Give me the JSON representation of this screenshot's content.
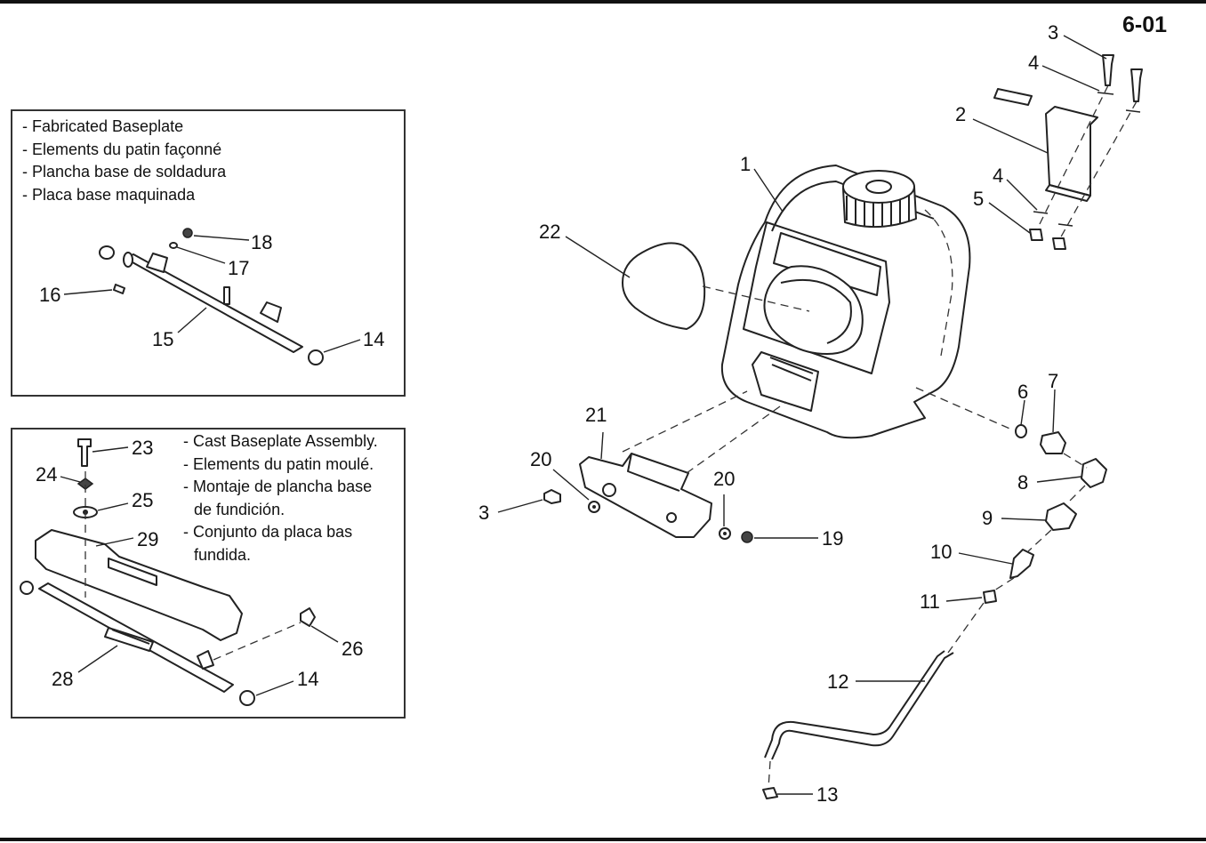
{
  "page_number": "6-01",
  "inset_fabricated": {
    "captions": [
      "- Fabricated Baseplate",
      "- Elements du patin façonné",
      "- Plancha  base de soldadura",
      "- Placa base maquinada"
    ],
    "callouts": [
      "18",
      "17",
      "16",
      "15",
      "14"
    ]
  },
  "inset_cast": {
    "captions": [
      "- Cast Baseplate Assembly.",
      "- Elements du patin moulé.",
      "- Montaje de plancha base",
      "de fundición.",
      "- Conjunto da placa bas",
      "fundida."
    ],
    "callouts": [
      "23",
      "24",
      "25",
      "29",
      "26",
      "28",
      "14"
    ]
  },
  "main_callouts": [
    "1",
    "2",
    "3",
    "4",
    "4",
    "5",
    "6",
    "7",
    "8",
    "9",
    "10",
    "11",
    "12",
    "13",
    "19",
    "20",
    "20",
    "21",
    "22",
    "3"
  ]
}
